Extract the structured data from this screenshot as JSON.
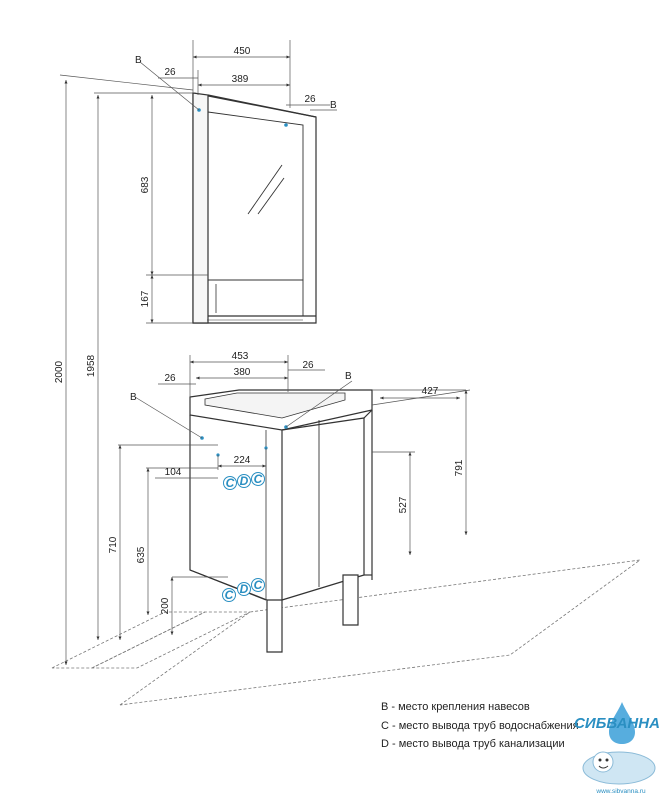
{
  "dimensions": {
    "cab_width": "450",
    "cab_inner": "389",
    "cab_left_off": "26",
    "cab_right_off": "26",
    "cab_height": "683",
    "cab_shelf": "167",
    "total_height": "2000",
    "mount_height": "1958",
    "van_width": "453",
    "van_inner": "380",
    "van_left_off": "26",
    "van_right_off": "26",
    "van_depth": "427",
    "van_height": "791",
    "pipe_c_height": "527",
    "pipe_spacing": "224",
    "pipe_offset": "104",
    "van_mount": "710",
    "pipe_d_height": "635",
    "drain_height": "200"
  },
  "markers": {
    "b": "B",
    "c": "C",
    "d": "D"
  },
  "legend": [
    "B - место крепления навесов",
    "C - место вывода труб водоснабжения",
    "D - место вывода труб канализации"
  ],
  "logo": {
    "text": "СИБВАННА",
    "url": "www.sibvanna.ru"
  },
  "colors": {
    "marker": "#2a8fc2",
    "line": "#555555"
  }
}
